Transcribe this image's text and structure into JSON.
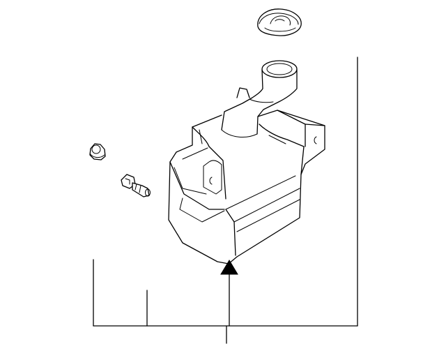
{
  "diagram": {
    "parts": [
      {
        "name": "filler-cap"
      },
      {
        "name": "reservoir-tank"
      },
      {
        "name": "filler-neck"
      },
      {
        "name": "grommet"
      },
      {
        "name": "washer-pump-bolt"
      }
    ],
    "callout_arrow": "up"
  }
}
